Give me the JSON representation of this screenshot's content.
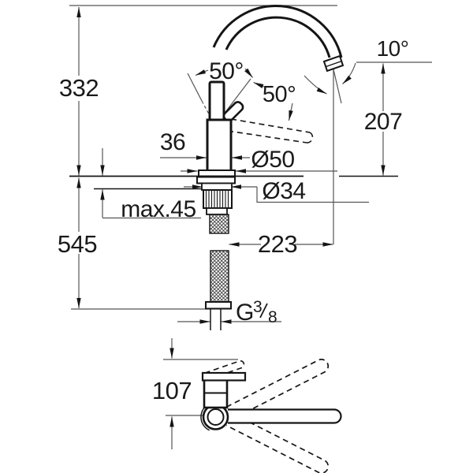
{
  "drawing_title": "single-lever kitchen faucet dimensional drawing",
  "front_view": {
    "height_above_deck": "332",
    "total_height": "545",
    "handle_angle_left": "50°",
    "handle_angle_right": "50°",
    "spout_clearance": "207",
    "outlet_angle": "10°",
    "body_width": "36",
    "base_diameter": "Ø50",
    "shank_diameter": "Ø34",
    "max_deck_thickness": "max.45",
    "spout_reach": "223",
    "thread_letter": "G",
    "thread_numerator": "3",
    "thread_denominator": "8"
  },
  "top_view": {
    "handle_projection": "107"
  },
  "colors": {
    "line": "#151515",
    "dimension_line": "#555555",
    "background": "#ffffff"
  }
}
